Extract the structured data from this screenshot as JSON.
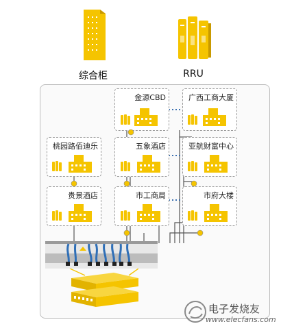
{
  "header": {
    "cabinet_label": "综合柜",
    "rru_label": "RRU"
  },
  "sites": [
    {
      "id": "jinyuan",
      "label": "金源CBD"
    },
    {
      "id": "guangxi",
      "label": "广西工商大厦"
    },
    {
      "id": "taoyuan",
      "label": "桃园路佰迪乐"
    },
    {
      "id": "wuxiang",
      "label": "五象酒店"
    },
    {
      "id": "yahang",
      "label": "亚航财富中心"
    },
    {
      "id": "guijing",
      "label": "贵景酒店"
    },
    {
      "id": "shigongshang",
      "label": "市工商局"
    },
    {
      "id": "shifu",
      "label": "市府大楼"
    }
  ],
  "watermark": {
    "brand_cn": "电子发烧友",
    "url": "www.elecfans.com"
  },
  "colors": {
    "yellow": "#F5C400",
    "dark_yellow": "#C99A00",
    "line": "#555555",
    "link": "#3a6fb0"
  }
}
